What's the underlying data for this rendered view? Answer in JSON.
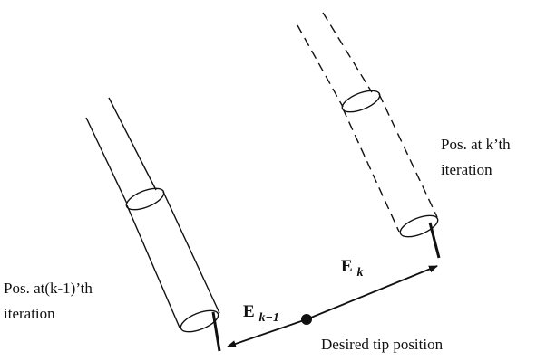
{
  "labels": {
    "pos_k": {
      "line1": "Pos. at k’th",
      "line2": "iteration"
    },
    "pos_k_minus_1": {
      "line1": "Pos. at(k-1)’th",
      "line2": "iteration"
    },
    "desired": "Desired tip position",
    "error_k": {
      "symbol": "E",
      "subscript": "k"
    },
    "error_k_minus_1": {
      "symbol": "E",
      "subscript": "k−1"
    }
  },
  "colors": {
    "stroke": "#111111",
    "background": "#ffffff"
  }
}
